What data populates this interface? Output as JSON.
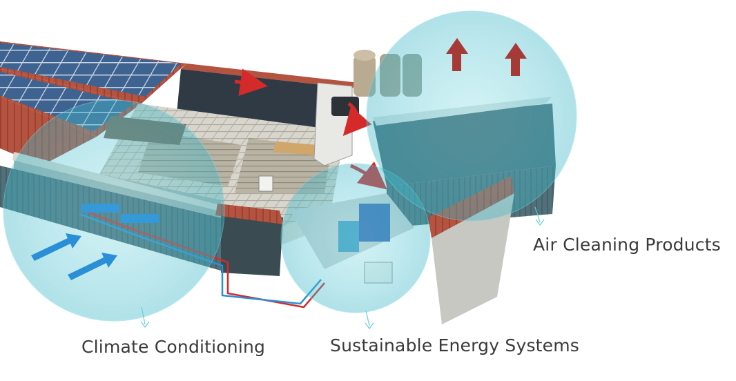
{
  "labels": {
    "air_cleaning": "Air Cleaning Products",
    "climate_conditioning": "Climate Conditioning",
    "sustainable_energy": "Sustainable Energy Systems"
  },
  "colors": {
    "highlight_circle": "#5fd0dc",
    "arrow_red": "#d42a2a",
    "arrow_blue": "#2a8fd6",
    "roof_tile": "#b5523e",
    "solar_panel": "#3b5f8a"
  }
}
